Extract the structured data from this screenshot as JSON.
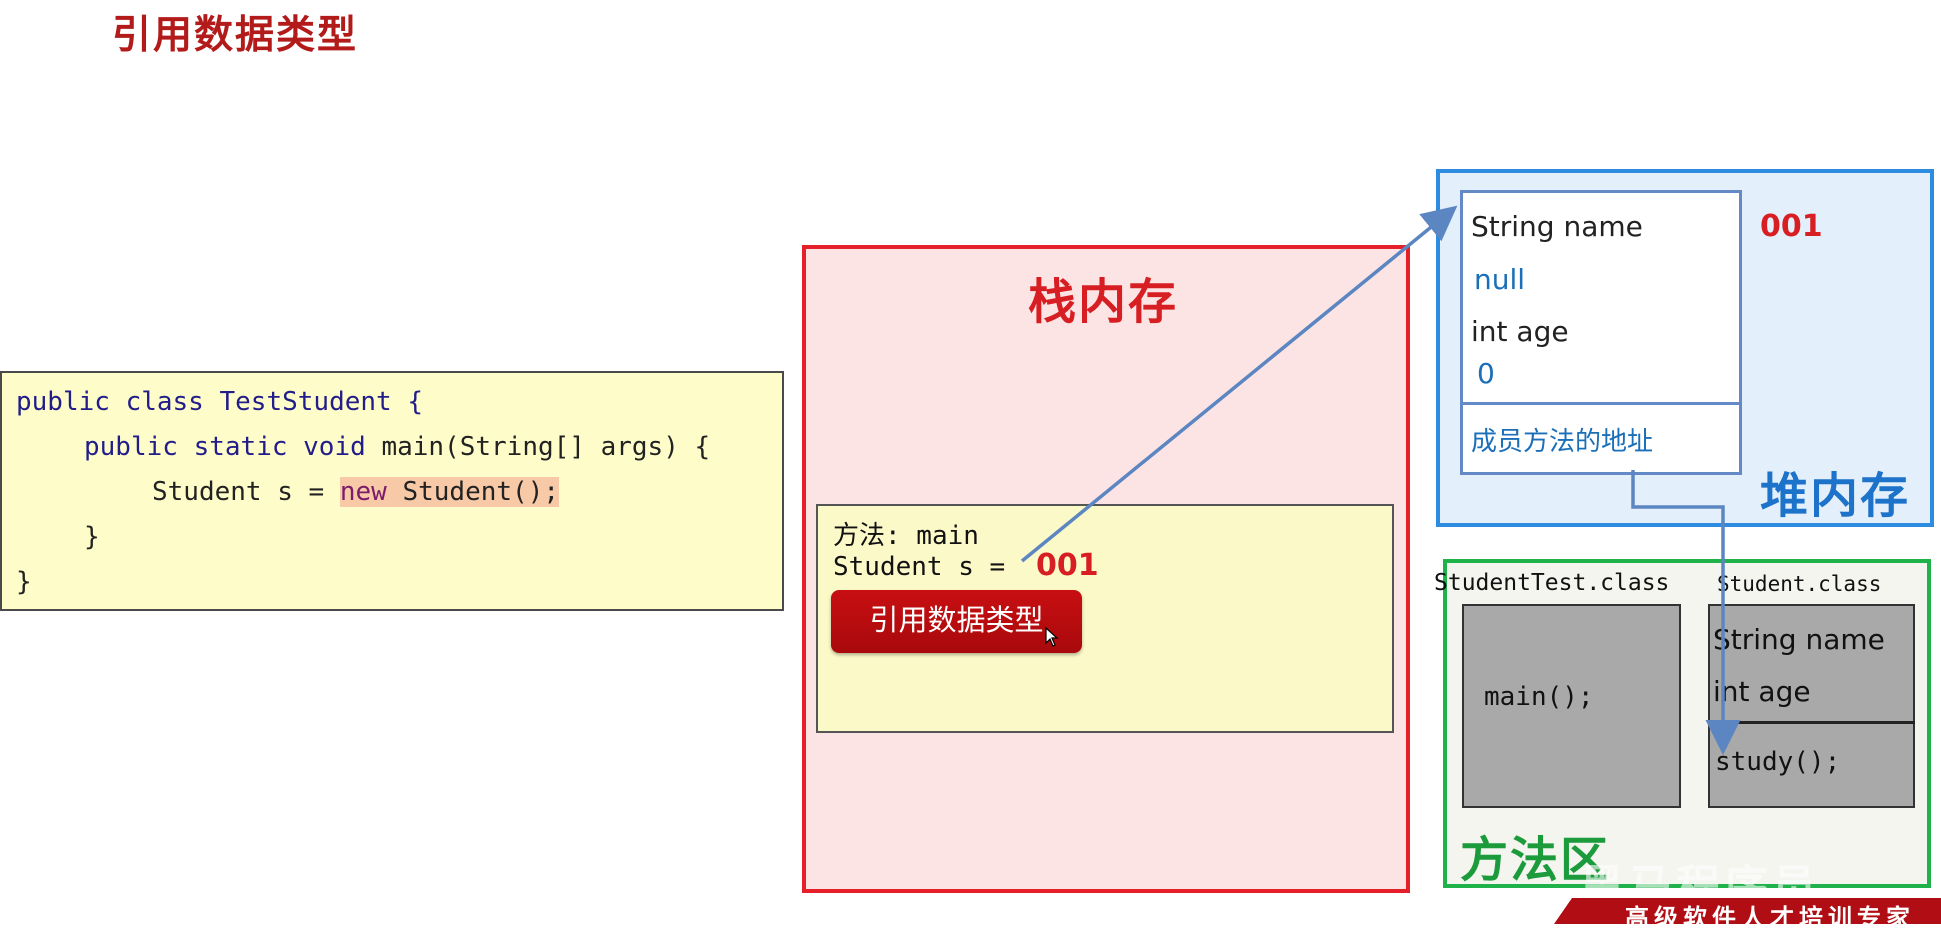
{
  "slide_title": "引用数据类型",
  "code": {
    "line1": "public class TestStudent {",
    "line2_kw1": "public",
    "line2_kw2": "static",
    "line2_kw3": "void",
    "line2_rest": "main(String[] args) {",
    "line3_prefix": "Student s = ",
    "line3_new": "new",
    "line3_rest": " Student();",
    "line4": "}",
    "line5": "}"
  },
  "stack": {
    "label": "栈内存",
    "frame_method": "方法: main",
    "frame_var": "Student s =",
    "frame_addr": "001",
    "ref_button": "引用数据类型"
  },
  "heap": {
    "label": "堆内存",
    "address": "001",
    "name_label": "String name",
    "name_value": "null",
    "age_label": "int age",
    "age_value": "0",
    "method_addr": "成员方法的地址"
  },
  "method_area": {
    "label": "方法区",
    "test_class": "StudentTest.class",
    "test_class_method": "main();",
    "student_class": "Student.class",
    "student_fields": [
      "String name",
      "int age"
    ],
    "student_method": "study();"
  },
  "footer": {
    "slogan": "高级软件人才培训专家",
    "logo": "黑马程序员"
  },
  "colors": {
    "stack_border": "#e5202a",
    "heap_border": "#2d8be0",
    "method_area_border": "#1fb14a",
    "arrow": "#5b86c2"
  }
}
